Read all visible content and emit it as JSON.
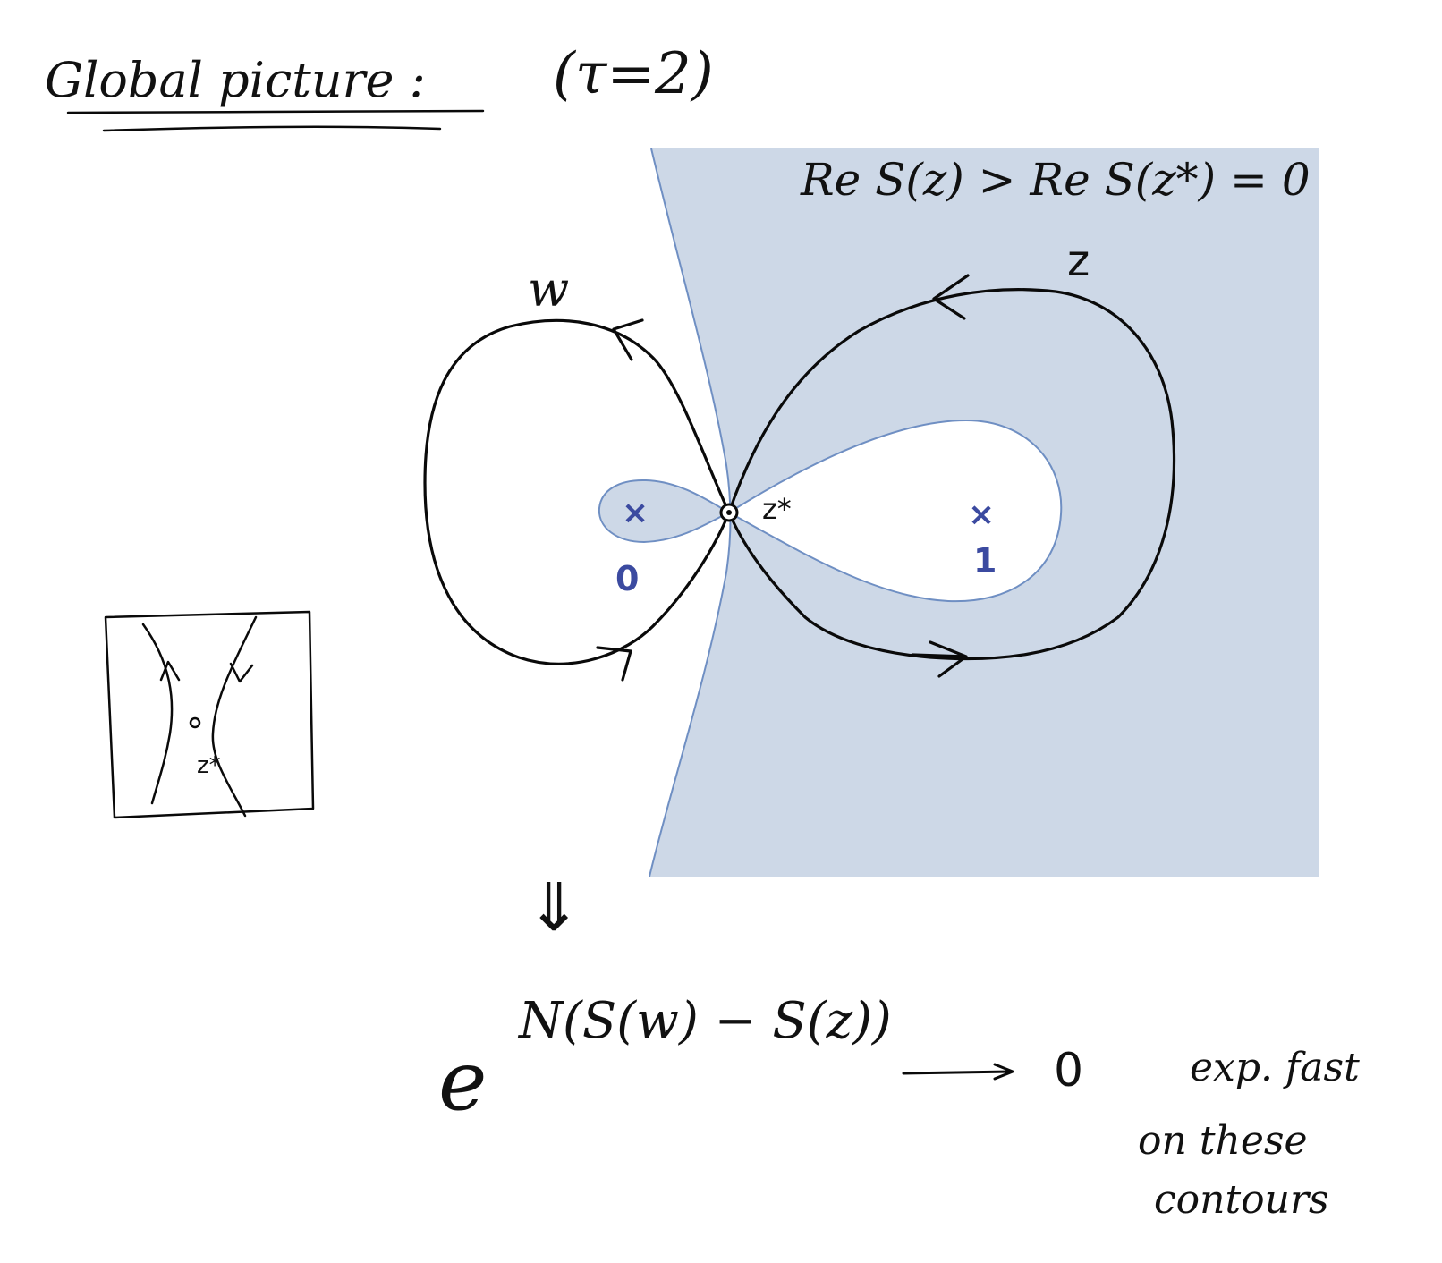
{
  "heading": {
    "title": "Global picture :",
    "parameter": "(τ=2)"
  },
  "region": {
    "label": "Re S(z) > Re S(z*) = 0",
    "fill_color": "#cdd8e7",
    "edge_color": "#6f8fc3"
  },
  "contours": {
    "w_label": "w",
    "z_label": "z"
  },
  "points": {
    "saddle_label": "z*",
    "zero_mark": "×",
    "zero_label": "0",
    "one_mark": "×",
    "one_label": "1",
    "point_color": "#3b4aa0"
  },
  "inset": {
    "saddle_label": "z*"
  },
  "implies": "⇓",
  "formula": {
    "base": "e",
    "exponent": "N(S(w) − S(z))",
    "limit": "0",
    "note_lines": [
      "exp. fast",
      "on these",
      "contours"
    ]
  }
}
